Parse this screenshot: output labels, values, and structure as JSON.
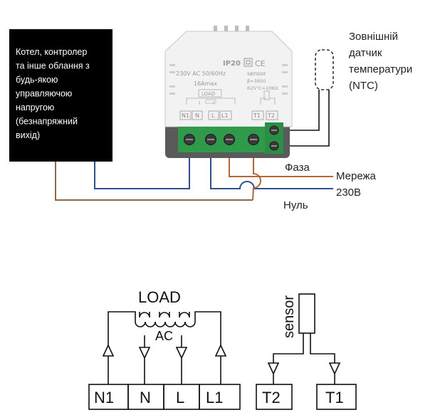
{
  "wiring": {
    "box_lines": [
      "Котел, контролер",
      "та інше облання з",
      "будь-якою",
      "управляючою",
      "напругою",
      "(безнапряжний",
      "вихід)"
    ],
    "sensor_label_lines": [
      "Зовнішній",
      "датчик",
      "температури",
      "(NTC)"
    ],
    "phase_label": "Фаза",
    "neutral_label": "Нуль",
    "mains_label_lines": [
      "Мережа",
      "230В"
    ]
  },
  "device": {
    "ip_rating": "IP20",
    "ce_mark": "CE",
    "voltage": "230V AC 50/60Hz",
    "current": "16Amax",
    "load_label": "LOAD",
    "sensor_word": "sensor",
    "beta": "β=3950",
    "resistance": "R25°C=10KΩ",
    "terminals_left": [
      "N1",
      "N",
      "L",
      "L1"
    ],
    "terminals_right": [
      "T1",
      "T2"
    ]
  },
  "schematic": {
    "load_label": "LOAD",
    "ac_label": "AC",
    "sensor_label": "sensor",
    "terminals_left": [
      "N1",
      "N",
      "L",
      "L1"
    ],
    "terminals_right": [
      "T2",
      "T1"
    ]
  },
  "colors": {
    "phase_wire": "#b5653a",
    "neutral_wire": "#2f4f8f",
    "control_wire": "#8a6a4a",
    "terminal_green": "#2f9a4a",
    "box_black": "#000000"
  }
}
